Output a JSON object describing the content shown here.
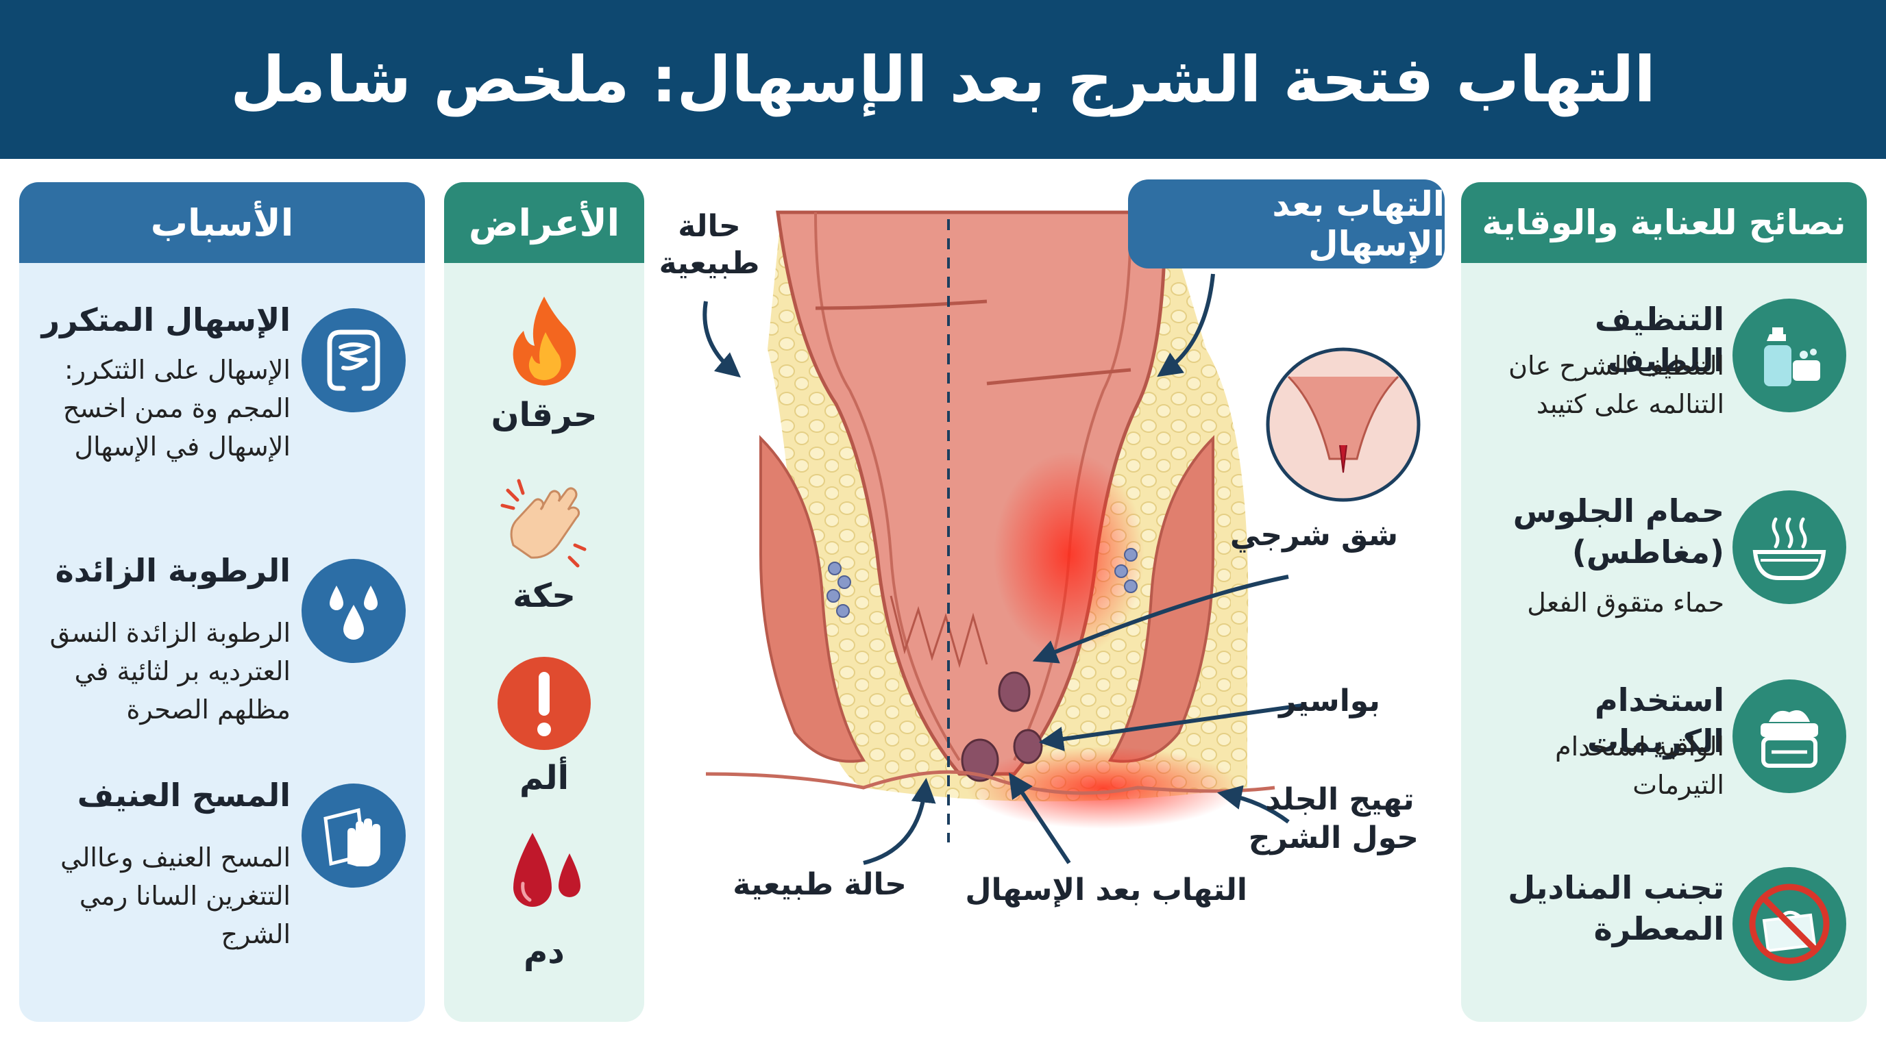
{
  "title": "التهاب فتحة الشرج بعد الإسهال: ملخص شامل",
  "causes": {
    "heading": "الأسباب",
    "items": [
      {
        "title": "الإسهال المتكرر",
        "lines": [
          "الإسهال على الثتكرر:",
          "المجم وة ممن اخسح",
          "الإسهال في الإسهال"
        ],
        "icon": "intestine-icon"
      },
      {
        "title": "الرطوبة الزائدة",
        "lines": [
          "الرطوبة الزائدة النسق",
          "العترديه بر لثائية في",
          "مظلهم الصحرة"
        ],
        "icon": "water-drops-icon"
      },
      {
        "title": "المسح العنيف",
        "lines": [
          "المسح العنيف وعاالي",
          "التتغرين السانا رمي",
          "الشرج"
        ],
        "icon": "hand-wipe-icon"
      }
    ]
  },
  "symptoms": {
    "heading": "الأعراض",
    "items": [
      {
        "label": "حرقان",
        "icon": "flame-icon"
      },
      {
        "label": "حكة",
        "icon": "itching-hand-icon"
      },
      {
        "label": "ألم",
        "icon": "alert-icon"
      },
      {
        "label": "دم",
        "icon": "blood-drops-icon"
      }
    ]
  },
  "care": {
    "heading": "نصائح للعناية والوقاية",
    "items": [
      {
        "title": "التنظيف اللطيف",
        "lines": [
          "التنظيف الشرح عان",
          "التنالمه على كتيبد"
        ],
        "icon": "soap-bottle-icon"
      },
      {
        "title": "حمام الجلوس (مغاطس)",
        "lines": [
          "حماء متقوق الفعل"
        ],
        "icon": "warm-bath-icon"
      },
      {
        "title": "استخدام الكريمات",
        "lines": [
          "الواقية استخدام",
          "التيرمات"
        ],
        "icon": "cream-jar-icon"
      },
      {
        "title": "تجنب المناديل المعطرة",
        "lines": [],
        "icon": "no-wipes-icon"
      }
    ]
  },
  "diagram": {
    "normal_top": [
      "حالة",
      "طبيعية"
    ],
    "inflamed_tag": "التهاب بعد الإسهال",
    "fissure": "شق شرجي",
    "hemorrhoids": "بواسير",
    "skin_irritation": [
      "تهيج الجلد",
      "حول الشرج"
    ],
    "normal_bottom": "حالة طبيعية",
    "inflamed_bottom": "التهاب بعد الإسهال"
  },
  "colors": {
    "header": "#0e4870",
    "blue": "#2f6fa3",
    "teal": "#2b8a78",
    "causes_bg": "#e2f0fa",
    "tips_bg": "#e3f4ef",
    "tissue": "#e58e80",
    "fat": "#f6e6a8",
    "inflamed": "#ff3b30"
  }
}
